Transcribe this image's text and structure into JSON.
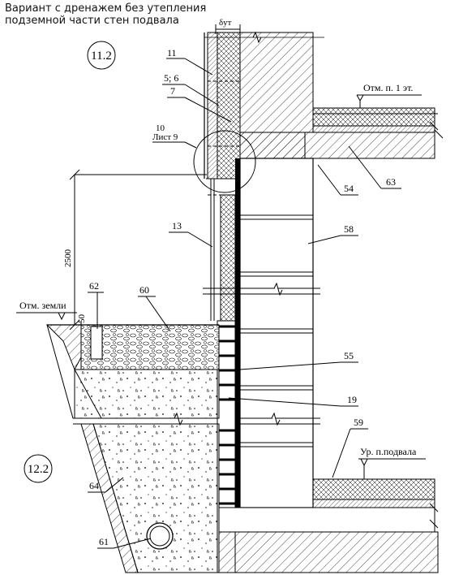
{
  "title": {
    "line1": "Вариант с дренажем без утепления",
    "line2": "подземной части стен подвала"
  },
  "node_refs": {
    "top": "11.2",
    "bottom": "12.2"
  },
  "levels": {
    "first_floor": "Отм. п. 1 эт.",
    "ground": "Отм. земли",
    "basement_floor": "Ур. п.подвала"
  },
  "dimensions": {
    "height": "2500",
    "offset": "50",
    "insulation_thickness": "δут"
  },
  "callouts": {
    "c11": "11",
    "c56": "5; 6",
    "c7": "7",
    "c10": "10",
    "c10_sheet": "Лист 9",
    "c13": "13",
    "c62": "62",
    "c60": "60",
    "c63": "63",
    "c54": "54",
    "c58": "58",
    "c55": "55",
    "c19": "19",
    "c59": "59",
    "c64": "64",
    "c61": "61"
  },
  "colors": {
    "line": "#000000",
    "background": "#ffffff"
  }
}
